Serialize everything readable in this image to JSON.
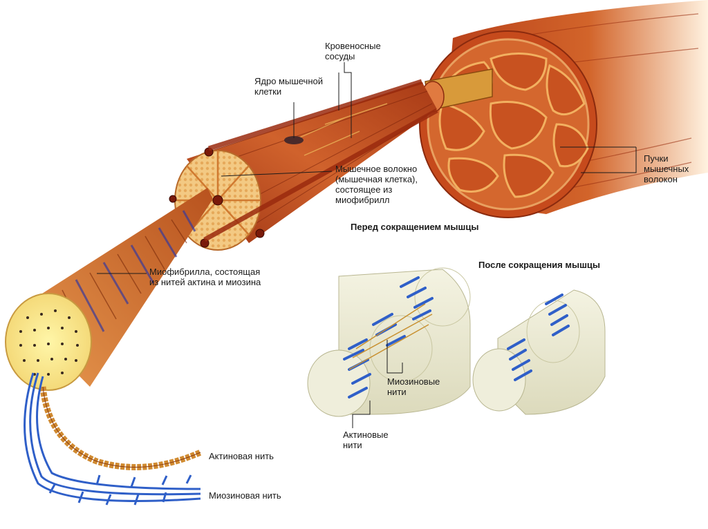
{
  "labels": {
    "vessels": "Кровеносные\nсосуды",
    "nucleus": "Ядро мышечной\nклетки",
    "fiber": "Мышечное волокно\n(мышечная клетка),\nсостоящее из\nмиофибрилл",
    "bundles": "Пучки\nмышечных\nволокон",
    "myofibril": "Миофибрилла, состоящая\nиз нитей актина и миозина",
    "myosin_filaments": "Миозиновые\nнити",
    "actin_filaments": "Актиновые\nнити",
    "actin_strand": "Актиновая нить",
    "myosin_strand": "Миозиновая нить"
  },
  "headings": {
    "before": "Перед сокращением мышцы",
    "after": "После сокращения мышцы"
  },
  "colors": {
    "muscle": "#c8501e",
    "muscle_dark": "#8a2a0e",
    "fibril": "#f0d070",
    "myosin": "#2f5fc8",
    "actin": "#d8a040",
    "cylinder": "#ecebd2"
  }
}
